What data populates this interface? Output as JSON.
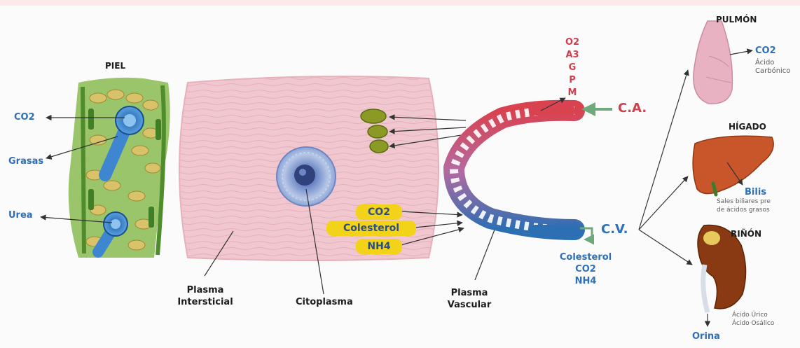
{
  "colors": {
    "blue_label": "#2f6fb6",
    "red_label": "#d0404c",
    "pill_yellow": "#f3d21a",
    "arrow_green": "#6ea97c",
    "artery_red": "#d9424f",
    "vein_blue": "#2c6fb3",
    "tissue_pink": "#f1c7cf"
  },
  "skin": {
    "title": "PIEL",
    "outputs": [
      "CO2",
      "Grasas",
      "Urea"
    ]
  },
  "interstitial": {
    "label_line1": "Plasma",
    "label_line2": "Intersticial"
  },
  "cell": {
    "label": "Citoplasma",
    "outputs": [
      "CO2",
      "Colesterol",
      "NH4"
    ]
  },
  "vascular": {
    "label_line1": "Plasma",
    "label_line2": "Vascular",
    "arterial_nutrients": [
      "O2",
      "A3",
      "G",
      "P",
      "M"
    ],
    "ca_label": "C.A.",
    "cv_label": "C.V.",
    "venous_contents": [
      "Colesterol",
      "CO2",
      "NH4"
    ]
  },
  "organs": {
    "lung": {
      "title": "PULMÓN",
      "product": "CO2",
      "detail": "Ácido Carbónico"
    },
    "liver": {
      "title": "HÍGADO",
      "product": "Bilis",
      "detail_line1": "Sales biliares pre",
      "detail_line2": "de ácidos grasos"
    },
    "kidney": {
      "title": "RIÑÓN",
      "product": "Orina",
      "detail_line1": "Ácido Úrico",
      "detail_line2": "Ácido Osálico"
    }
  }
}
